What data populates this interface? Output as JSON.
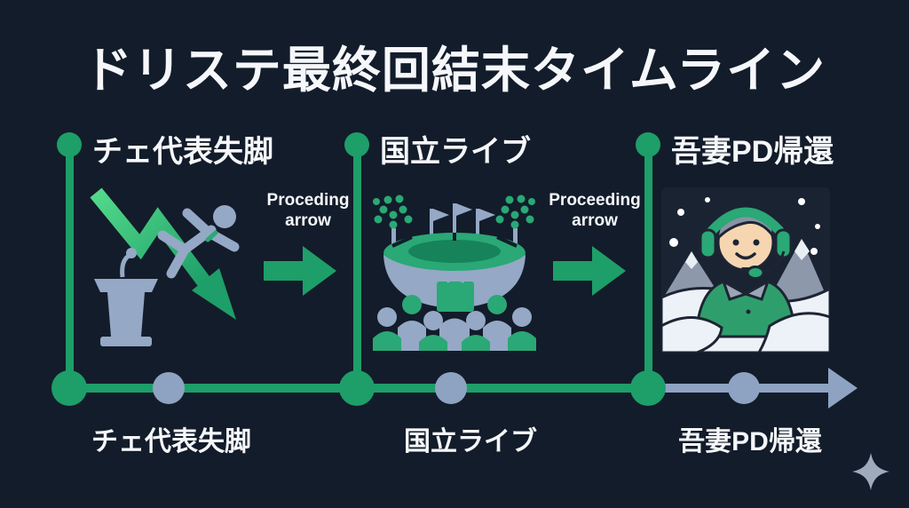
{
  "meta": {
    "colors": {
      "bg": "#131c2a",
      "green": "#1e9e68",
      "green-light": "#52d98b",
      "gray-blue": "#8ea3c2",
      "text": "#f5f7fa",
      "card-bg": "#1a2332",
      "snow": "#edf2f8",
      "skin": "#f5d6b0"
    }
  },
  "title": "ドリステ最終回結末タイムライン",
  "stages": [
    {
      "label": "チェ代表失脚",
      "bottom_label": "チェ代表失脚",
      "icon": "podium-falling-person-decline-arrow"
    },
    {
      "label": "国立ライブ",
      "bottom_label": "国立ライブ",
      "icon": "stadium-with-crowd"
    },
    {
      "label": "吾妻PD帰還",
      "bottom_label": "吾妻PD帰還",
      "icon": "headset-person-in-snow"
    }
  ],
  "connectors": [
    {
      "label": "Proceding arrow"
    },
    {
      "label": "Proceeding arrow"
    }
  ],
  "timeline": {
    "direction": "left-to-right"
  }
}
